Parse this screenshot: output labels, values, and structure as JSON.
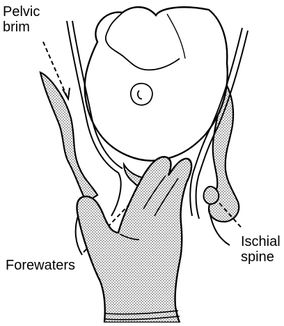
{
  "labels": {
    "pelvic_brim_line1": "Pelvic",
    "pelvic_brim_line2": "brim",
    "forewaters": "Forewaters",
    "ischial_spine_line1": "Ischial",
    "ischial_spine_line2": "spine"
  },
  "colors": {
    "ink": "#000000",
    "stipple": "#9a9a9a",
    "background": "#ffffff"
  }
}
